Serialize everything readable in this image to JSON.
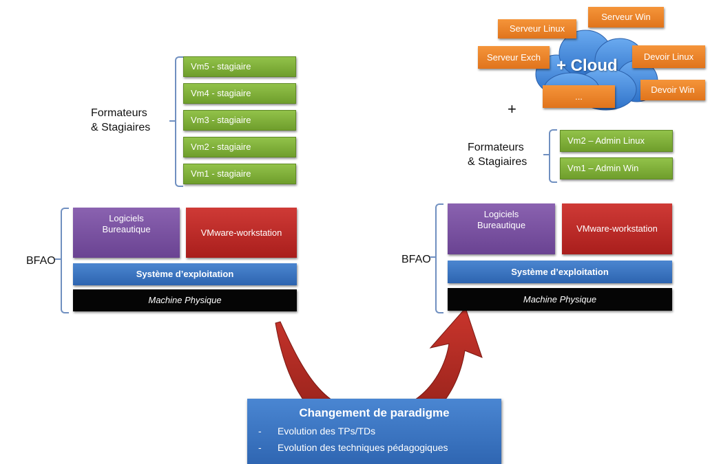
{
  "left": {
    "group_label": "Formateurs\n& Stagiaires",
    "vms": [
      "Vm5 - stagiaire",
      "Vm4 - stagiaire",
      "Vm3 - stagiaire",
      "Vm2 - stagiaire",
      "Vm1 - stagiaire"
    ],
    "bfao_label": "BFAO",
    "logiciels": "Logiciels\nBureautique",
    "vmware": "VMware-workstation",
    "os": "Système d’exploitation",
    "machine": "Machine Physique"
  },
  "right": {
    "group_label": "Formateurs\n& Stagiaires",
    "vms": [
      "Vm2 – Admin Linux",
      "Vm1 – Admin Win"
    ],
    "bfao_label": "BFAO",
    "logiciels": "Logiciels\nBureautique",
    "vmware": "VMware-workstation",
    "os": "Système d’exploitation",
    "machine": "Machine Physique",
    "plus": "+"
  },
  "cloud": {
    "label": "+ Cloud",
    "items": {
      "serveur_linux": "Serveur Linux",
      "serveur_win": "Serveur Win",
      "serveur_exch": "Serveur Exch",
      "devoir_linux": "Devoir Linux",
      "devoir_win": "Devoir Win",
      "more": "..."
    },
    "color": "#4a90d9"
  },
  "paradigm": {
    "title": "Changement de paradigme",
    "bullets": [
      "Evolution des TPs/TDs",
      "Evolution des techniques pédagogiques"
    ]
  },
  "colors": {
    "green": "#7fb13a",
    "purple": "#7b54a3",
    "red": "#bf2c29",
    "blue": "#3a75c4",
    "black": "#050505",
    "orange": "#ef8428",
    "arrow": "#b32a22"
  }
}
